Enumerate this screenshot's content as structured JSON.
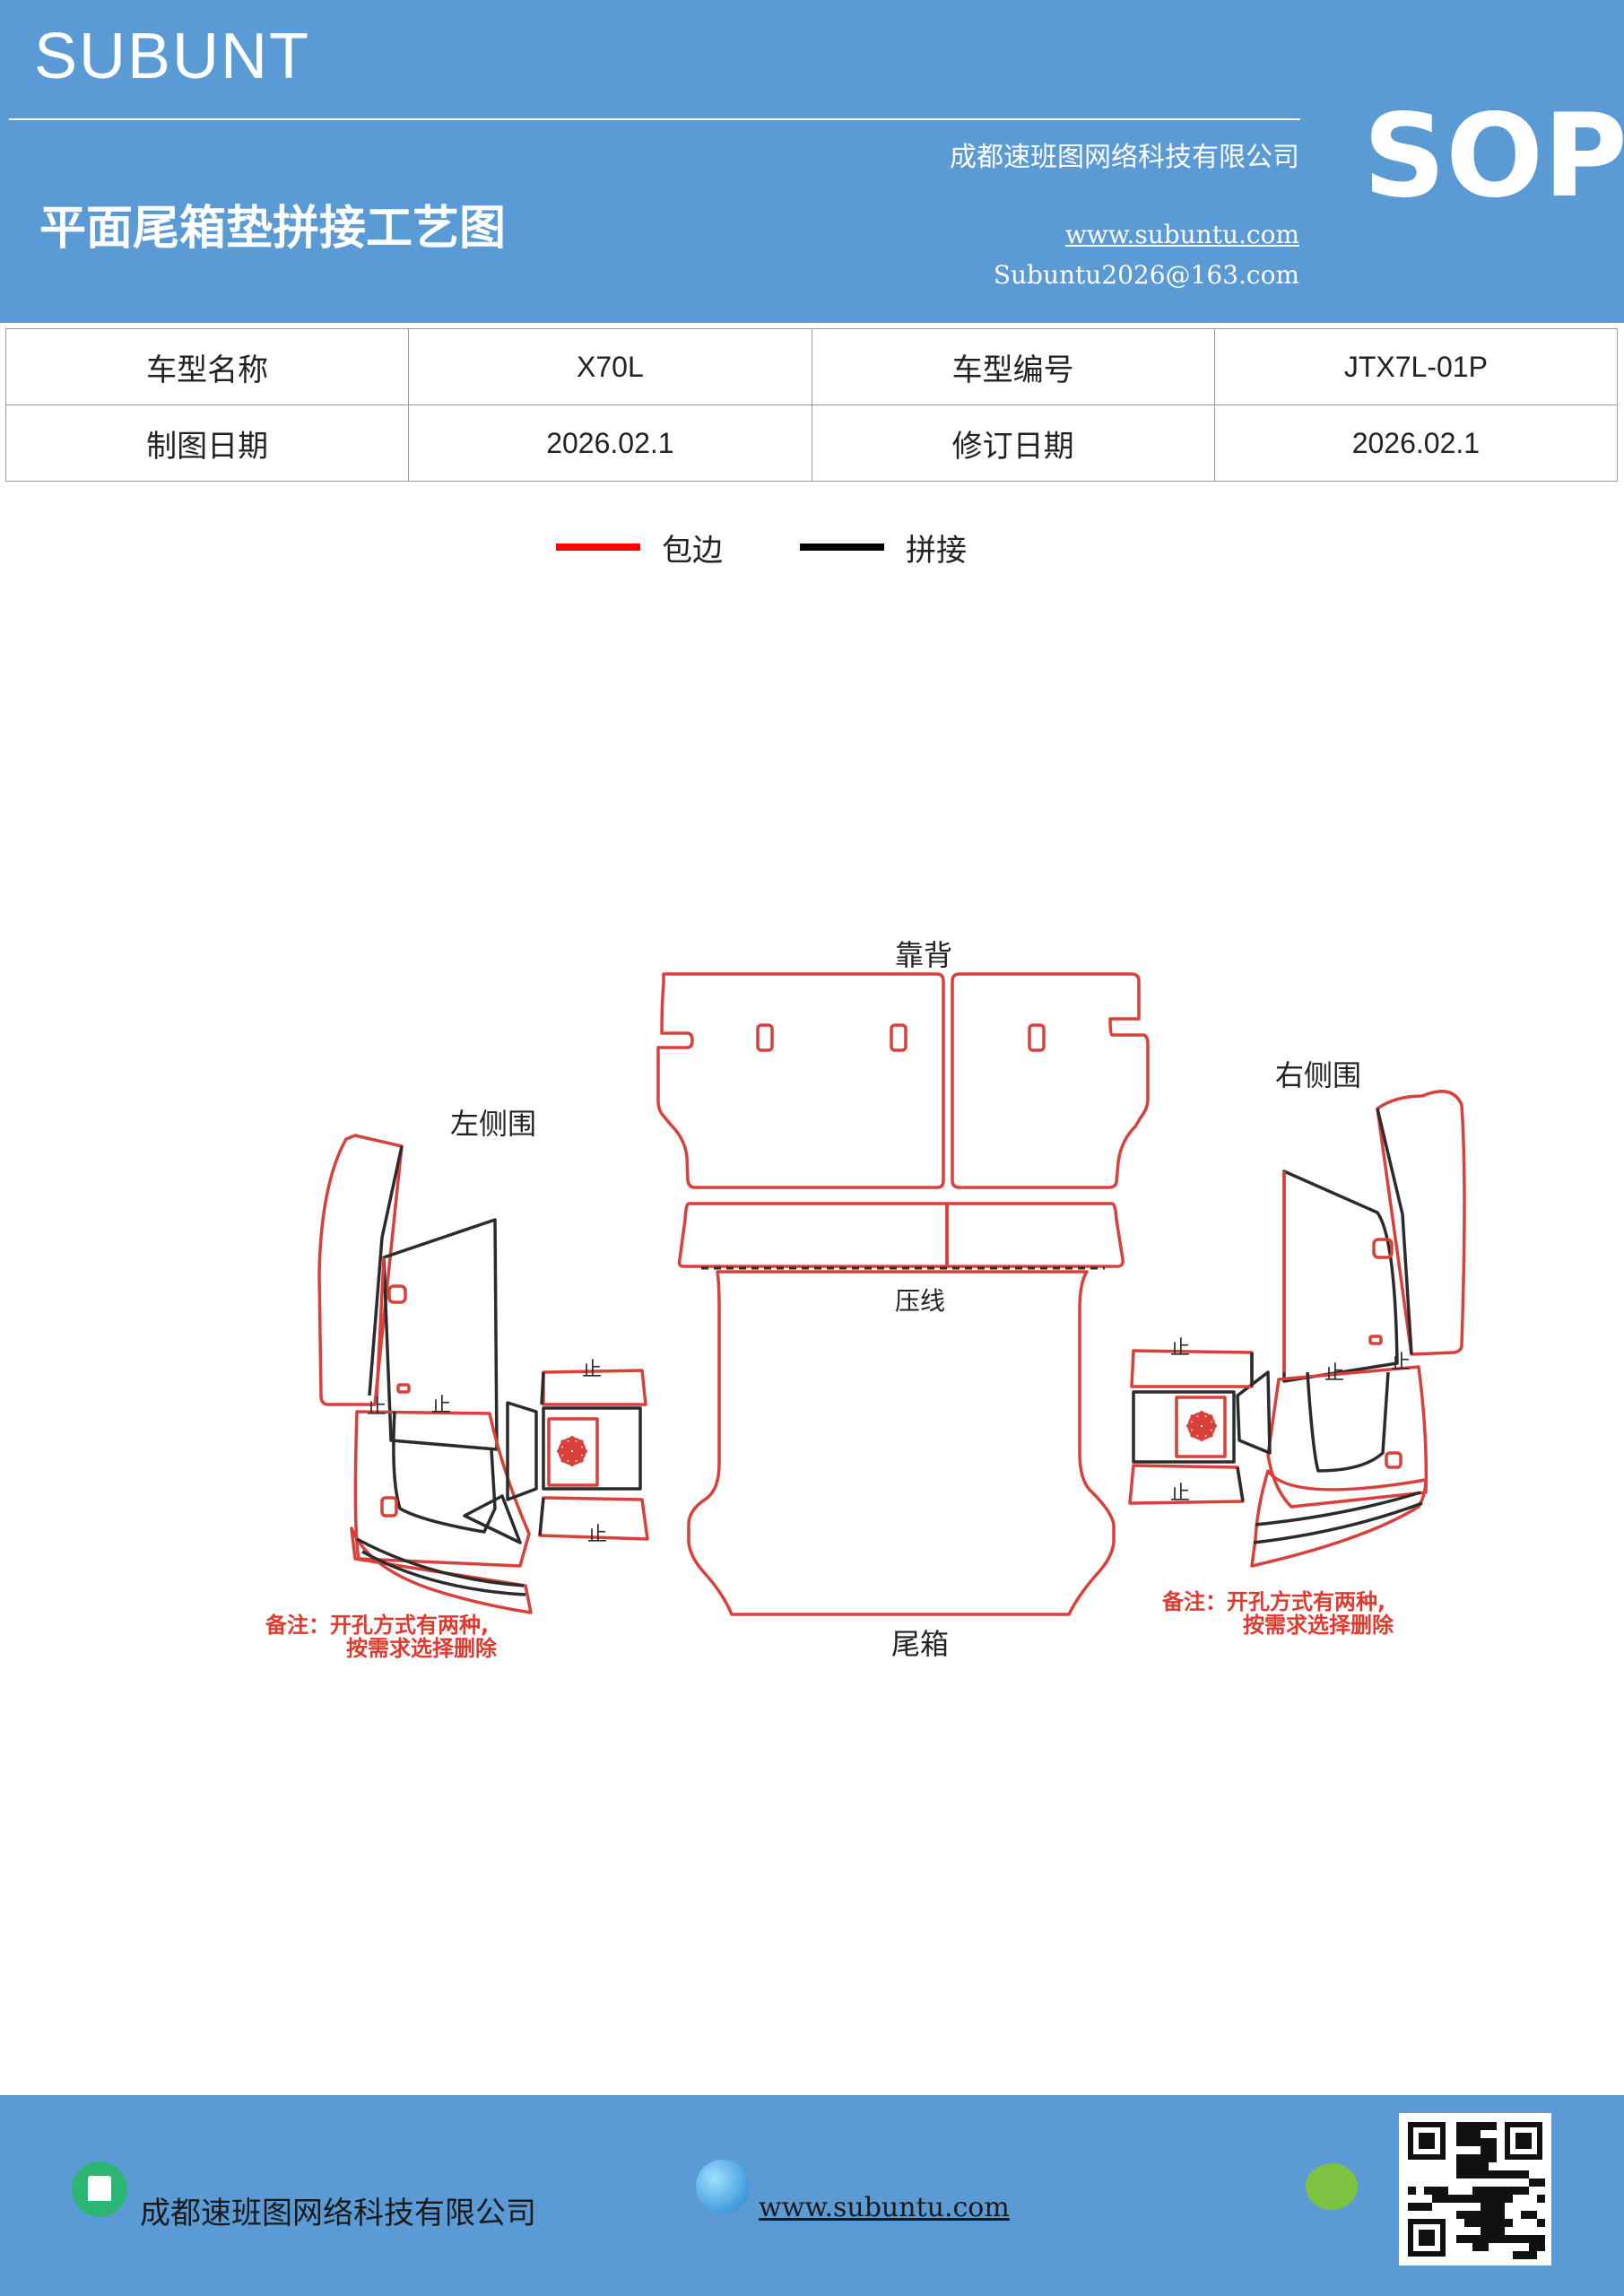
{
  "header": {
    "brand": "SUBUNT",
    "title": "平面尾箱垫拼接工艺图",
    "company": "成都速班图网络科技有限公司",
    "website": "www.subuntu.com",
    "email": "Subuntu2026@163.com",
    "badge": "SOP"
  },
  "info_table": {
    "rows": [
      {
        "label1": "车型名称",
        "value1": "X70L",
        "label2": "车型编号",
        "value2": "JTX7L-01P"
      },
      {
        "label1": "制图日期",
        "value1": "2026.02.1",
        "label2": "修订日期",
        "value2": "2026.02.1"
      }
    ]
  },
  "legend": {
    "items": [
      {
        "label": "包边",
        "color": "#ff0000"
      },
      {
        "label": "拼接",
        "color": "#000000"
      }
    ]
  },
  "diagram": {
    "labels": {
      "backrest": "靠背",
      "left_side": "左侧围",
      "right_side": "右侧围",
      "crease": "压线",
      "trunk": "尾箱",
      "stop": "止"
    },
    "note_left": {
      "line1": "备注：开孔方式有两种,",
      "line2": "按需求选择删除"
    },
    "note_right": {
      "line1": "备注：开孔方式有两种,",
      "line2": "按需求选择删除"
    },
    "colors": {
      "edge": "#d9403a",
      "seam": "#2b2b2b",
      "note": "#e03a30"
    }
  },
  "footer": {
    "company": "成都速班图网络科技有限公司",
    "website": "www.subuntu.com",
    "icon": "building-icon",
    "qr": "qr-code"
  }
}
